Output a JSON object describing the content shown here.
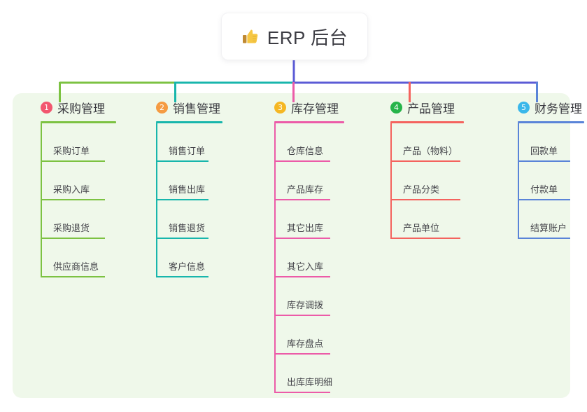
{
  "diagram": {
    "root": {
      "icon": "thumbs-up-icon",
      "title": "ERP 后台"
    },
    "panel_bg": "#eff8ea",
    "bus": {
      "segments": [
        {
          "name": "bus-segment-green",
          "color": "#7cc242"
        },
        {
          "name": "bus-segment-teal",
          "color": "#18b6ac"
        },
        {
          "name": "bus-segment-indigo",
          "color": "#5b5bd6"
        }
      ],
      "root_stem_color": "#5b5bd6"
    },
    "columns": [
      {
        "number": "1",
        "title": "采购管理",
        "badge_color": "#f2566f",
        "line_color": "#7cc242",
        "items": [
          {
            "label": "采购订单"
          },
          {
            "label": "采购入库"
          },
          {
            "label": "采购退货"
          },
          {
            "label": "供应商信息"
          }
        ]
      },
      {
        "number": "2",
        "title": "销售管理",
        "badge_color": "#f59b42",
        "line_color": "#18b6ac",
        "items": [
          {
            "label": "销售订单"
          },
          {
            "label": "销售出库"
          },
          {
            "label": "销售退货"
          },
          {
            "label": "客户信息"
          }
        ]
      },
      {
        "number": "3",
        "title": "库存管理",
        "badge_color": "#f5b723",
        "line_color": "#ec5ba8",
        "items": [
          {
            "label": "仓库信息"
          },
          {
            "label": "产品库存"
          },
          {
            "label": "其它出库"
          },
          {
            "label": "其它入库"
          },
          {
            "label": "库存调拨"
          },
          {
            "label": "库存盘点"
          },
          {
            "label": "出库库明细"
          }
        ]
      },
      {
        "number": "4",
        "title": "产品管理",
        "badge_color": "#26b44a",
        "line_color": "#f4635e",
        "items": [
          {
            "label": "产品（物料）"
          },
          {
            "label": "产品分类"
          },
          {
            "label": "产品单位"
          }
        ]
      },
      {
        "number": "5",
        "title": "财务管理",
        "badge_color": "#3ab7ea",
        "line_color": "#5a84d8",
        "items": [
          {
            "label": "回款单"
          },
          {
            "label": "付款单"
          },
          {
            "label": "结算账户"
          }
        ]
      }
    ]
  }
}
